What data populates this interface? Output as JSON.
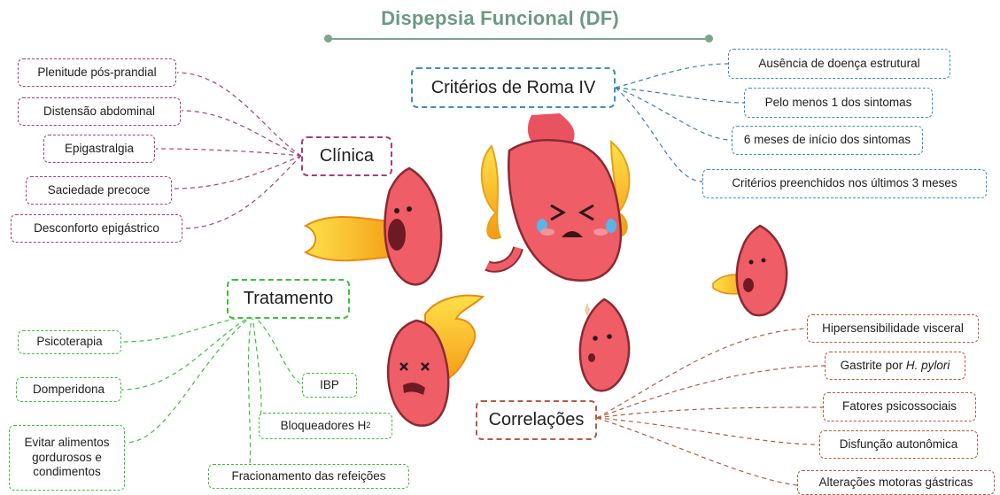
{
  "title": "Dispepsia Funcional (DF)",
  "colors": {
    "title": "#6b9a82",
    "clinica": "#a63d7e",
    "roma": "#3a90c4",
    "tratamento": "#3ac23a",
    "correlacoes": "#b85a3e"
  },
  "clinica": {
    "label": "Clínica",
    "items": [
      "Plenitude pós-prandial",
      "Distensão  abdominal",
      "Epigastralgia",
      "Saciedade precoce",
      "Desconforto epigástrico"
    ]
  },
  "roma": {
    "label": "Critérios de Roma IV",
    "items": [
      "Ausência de doença estrutural",
      "Pelo menos  1 dos sintomas",
      "6 meses de início dos sintomas",
      "Critérios preenchidos nos últimos 3 meses"
    ]
  },
  "tratamento": {
    "label": "Tratamento",
    "items": [
      "Psicoterapia",
      "Domperidona",
      "Evitar alimentos gordurosos e condimentos",
      "IBP",
      "Bloqueadores H",
      "Fracionamento das refeições"
    ],
    "h2_sub": "2"
  },
  "correlacoes": {
    "label": "Correlações",
    "items": [
      "Hipersensibilidade visceral",
      "Gastrite por ",
      "Fatores psicossociais",
      "Disfunção autonômica",
      "Alterações motoras gástricas"
    ],
    "hpylori": "H. pylori"
  },
  "icons": [
    "stomach-crying-icon",
    "stomach-fire-breath-icon",
    "stomach-burning-icon",
    "stomach-nauseous-icon",
    "stomach-vomiting-icon",
    "flame-icon"
  ]
}
